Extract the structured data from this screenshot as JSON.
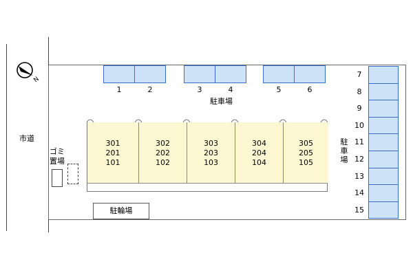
{
  "road": {
    "label": "市道"
  },
  "icons": {
    "north": "north-arrow-icon"
  },
  "parking_top": {
    "numbers": [
      "1",
      "2",
      "3",
      "4",
      "5",
      "6"
    ],
    "label": "駐車場"
  },
  "parking_right": {
    "numbers": [
      "7",
      "8",
      "9",
      "10",
      "11",
      "12",
      "13",
      "14",
      "15"
    ],
    "label": "駐車場"
  },
  "building": {
    "units": [
      {
        "floors": [
          "301",
          "201",
          "101"
        ]
      },
      {
        "floors": [
          "302",
          "202",
          "102"
        ]
      },
      {
        "floors": [
          "303",
          "203",
          "103"
        ]
      },
      {
        "floors": [
          "304",
          "204",
          "104"
        ]
      },
      {
        "floors": [
          "305",
          "205",
          "105"
        ]
      }
    ]
  },
  "trash": {
    "label": "ゴミ置場"
  },
  "bike": {
    "label": "駐輪場"
  },
  "colors": {
    "parking_fill": "#cfe3f8",
    "parking_border": "#3a6ad0",
    "unit_fill": "#fdf7d2"
  }
}
